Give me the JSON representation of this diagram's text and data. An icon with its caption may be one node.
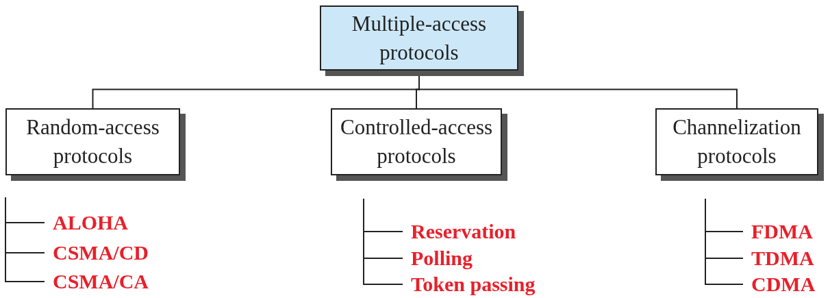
{
  "diagram": {
    "nodes": [
      {
        "text": [
          "Multiple-access protocols"
        ]
      },
      {
        "text": [
          "Random-access protocols"
        ]
      },
      {
        "text": [
          "Controlled-access protocols"
        ]
      },
      {
        "text": [
          "Channelization protocols"
        ]
      },
      {
        "text": [
          "ALOHA"
        ]
      },
      {
        "text": [
          "CSMA/CD"
        ]
      },
      {
        "text": [
          "CSMA/CA"
        ]
      },
      {
        "text": [
          "Reservation"
        ]
      },
      {
        "text": [
          "Polling"
        ]
      },
      {
        "text": [
          "Token passing"
        ]
      },
      {
        "text": [
          "FDMA"
        ]
      },
      {
        "text": [
          "TDMA"
        ]
      },
      {
        "text": [
          "CDMA"
        ]
      }
    ],
    "edges": [
      {
        "from": 0,
        "to": 1,
        "arrow": "none"
      },
      {
        "from": 0,
        "to": 2,
        "arrow": "none"
      },
      {
        "from": 0,
        "to": 3,
        "arrow": "none"
      },
      {
        "from": null,
        "to": 4,
        "arrow": "none"
      },
      {
        "from": null,
        "to": 5,
        "arrow": "none"
      },
      {
        "from": null,
        "to": 6,
        "arrow": "none"
      },
      {
        "from": null,
        "to": 7,
        "arrow": "none"
      },
      {
        "from": null,
        "to": 8,
        "arrow": "none"
      },
      {
        "from": null,
        "to": 9,
        "arrow": "none"
      },
      {
        "from": null,
        "to": 10,
        "arrow": "none"
      },
      {
        "from": null,
        "to": 11,
        "arrow": "none"
      },
      {
        "from": null,
        "to": 12,
        "arrow": "none"
      }
    ]
  }
}
